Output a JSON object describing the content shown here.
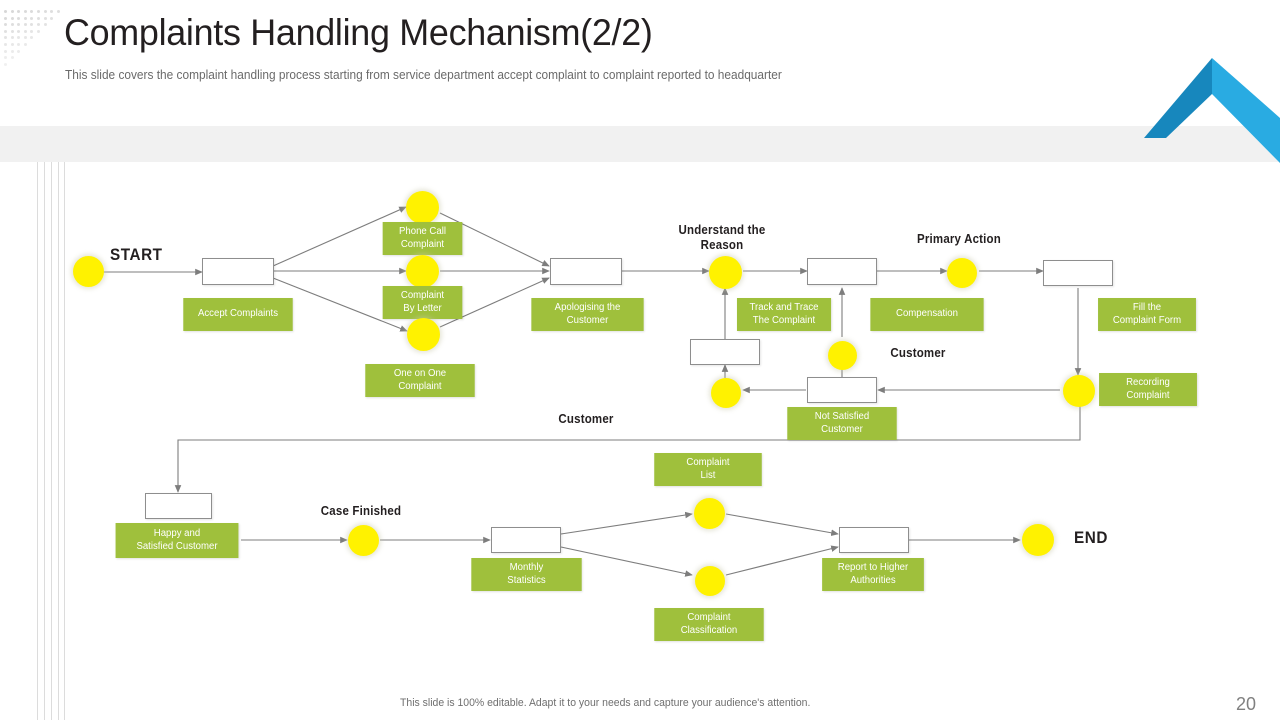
{
  "header": {
    "title": "Complaints Handling Mechanism(2/2)",
    "subtitle": "This slide covers the complaint handling process starting from service department accept complaint to complaint reported to headquarter"
  },
  "footer": {
    "note": "This slide is 100% editable. Adapt it to your needs and capture your audience's attention.",
    "page_number": "20"
  },
  "colors": {
    "green_box": "#9fc03c",
    "node_yellow": "#fff200",
    "logo_blue_dark": "#1787bd",
    "logo_blue_light": "#29abe2",
    "band_grey": "#f1f1f1",
    "connector_grey": "#7d7d7d",
    "text_dark": "#231f20"
  },
  "diagram": {
    "markers": [
      {
        "name": "start",
        "label": "START"
      },
      {
        "name": "end",
        "label": "END"
      }
    ],
    "headings": [
      {
        "name": "understand-the-reason",
        "label": "Understand the\nReason"
      },
      {
        "name": "primary-action",
        "label": "Primary  Action"
      },
      {
        "name": "customer-right",
        "label": "Customer"
      },
      {
        "name": "customer-left",
        "label": "Customer"
      },
      {
        "name": "case-finished",
        "label": "Case Finished"
      }
    ],
    "steps": [
      {
        "name": "accept-complaints",
        "label": "Accept Complaints"
      },
      {
        "name": "phone-call-complaint",
        "label": "Phone Call\nComplaint"
      },
      {
        "name": "complaint-by-letter",
        "label": "Complaint\nBy Letter"
      },
      {
        "name": "one-on-one-complaint",
        "label": "One on One\nComplaint"
      },
      {
        "name": "apologising-the-customer",
        "label": "Apologising the\nCustomer"
      },
      {
        "name": "track-and-trace-the-complaint",
        "label": "Track and Trace\nThe Complaint"
      },
      {
        "name": "compensation",
        "label": "Compensation"
      },
      {
        "name": "fill-the-complaint-form",
        "label": "Fill the\nComplaint Form"
      },
      {
        "name": "recording-complaint",
        "label": "Recording\nComplaint"
      },
      {
        "name": "not-satisfied-customer",
        "label": "Not Satisfied\nCustomer"
      },
      {
        "name": "happy-and-satisfied-customer",
        "label": "Happy and\nSatisfied Customer"
      },
      {
        "name": "monthly-statistics",
        "label": "Monthly\nStatistics"
      },
      {
        "name": "complaint-list",
        "label": "Complaint\nList"
      },
      {
        "name": "complaint-classification",
        "label": "Complaint\nClassification"
      },
      {
        "name": "report-to-higher-authorities",
        "label": "Report to Higher\nAuthorities"
      }
    ]
  }
}
